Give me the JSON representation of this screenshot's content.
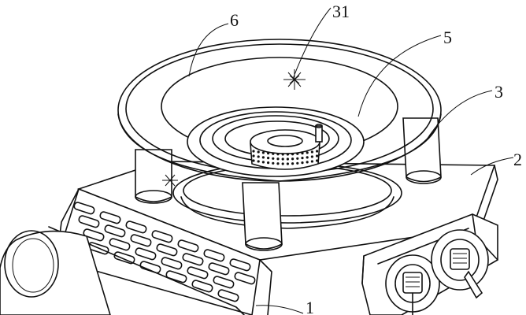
{
  "callouts": [
    {
      "id": "6",
      "label": "6"
    },
    {
      "id": "31",
      "label": "31"
    },
    {
      "id": "5",
      "label": "5"
    },
    {
      "id": "3",
      "label": "3"
    },
    {
      "id": "2",
      "label": "2"
    },
    {
      "id": "1",
      "label": "1"
    }
  ]
}
